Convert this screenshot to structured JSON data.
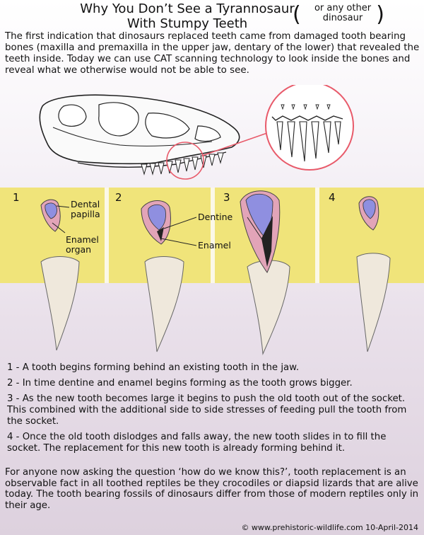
{
  "title": {
    "line1": "Why You Don’t See a Tyrannosaur",
    "line2": "With Stumpy Teeth",
    "aside_line1": "or any other",
    "aside_line2": "dinosaur"
  },
  "intro": "The first indication that dinosaurs replaced teeth came from damaged tooth bearing bones (maxilla and premaxilla in the upper jaw, dentary of the lower) that revealed the teeth inside. Today we can use CAT scanning technology to look inside the bones and reveal what we otherwise would not be able to see.",
  "panels": {
    "numbers": [
      "1",
      "2",
      "3",
      "4"
    ],
    "labels": {
      "dental_papilla": [
        "Dental",
        "papilla"
      ],
      "enamel_organ": [
        "Enamel",
        "organ"
      ],
      "dentine": "Dentine",
      "enamel": "Enamel"
    }
  },
  "steps": [
    "1 - A tooth begins forming behind an existing tooth in the jaw.",
    "2 - In time dentine and enamel begins forming as the tooth grows bigger.",
    "3 - As the new tooth becomes large it begins to push the old tooth out of the socket. This combined with the additional side to side stresses of feeding pull the tooth from the socket.",
    "4 - Once the old tooth dislodges and falls away, the new tooth slides in to fill the socket. The replacement for this new tooth is already forming behind it."
  ],
  "outro": "For anyone now asking the question ‘how do we know this?’, tooth replacement is an observable fact in all toothed reptiles be they crocodiles or diapsid  lizards that are alive today. The tooth bearing fossils of dinosaurs differ from those of modern reptiles only in their age.",
  "copyright": "© www.prehistoric-wildlife.com 10-April-2014",
  "colors": {
    "gum": "#f0e47a",
    "papilla": "#8f8fe0",
    "enamel_organ": "#e2a4b8",
    "tooth": "#efe8dc",
    "highlight": "#e85a6a"
  }
}
